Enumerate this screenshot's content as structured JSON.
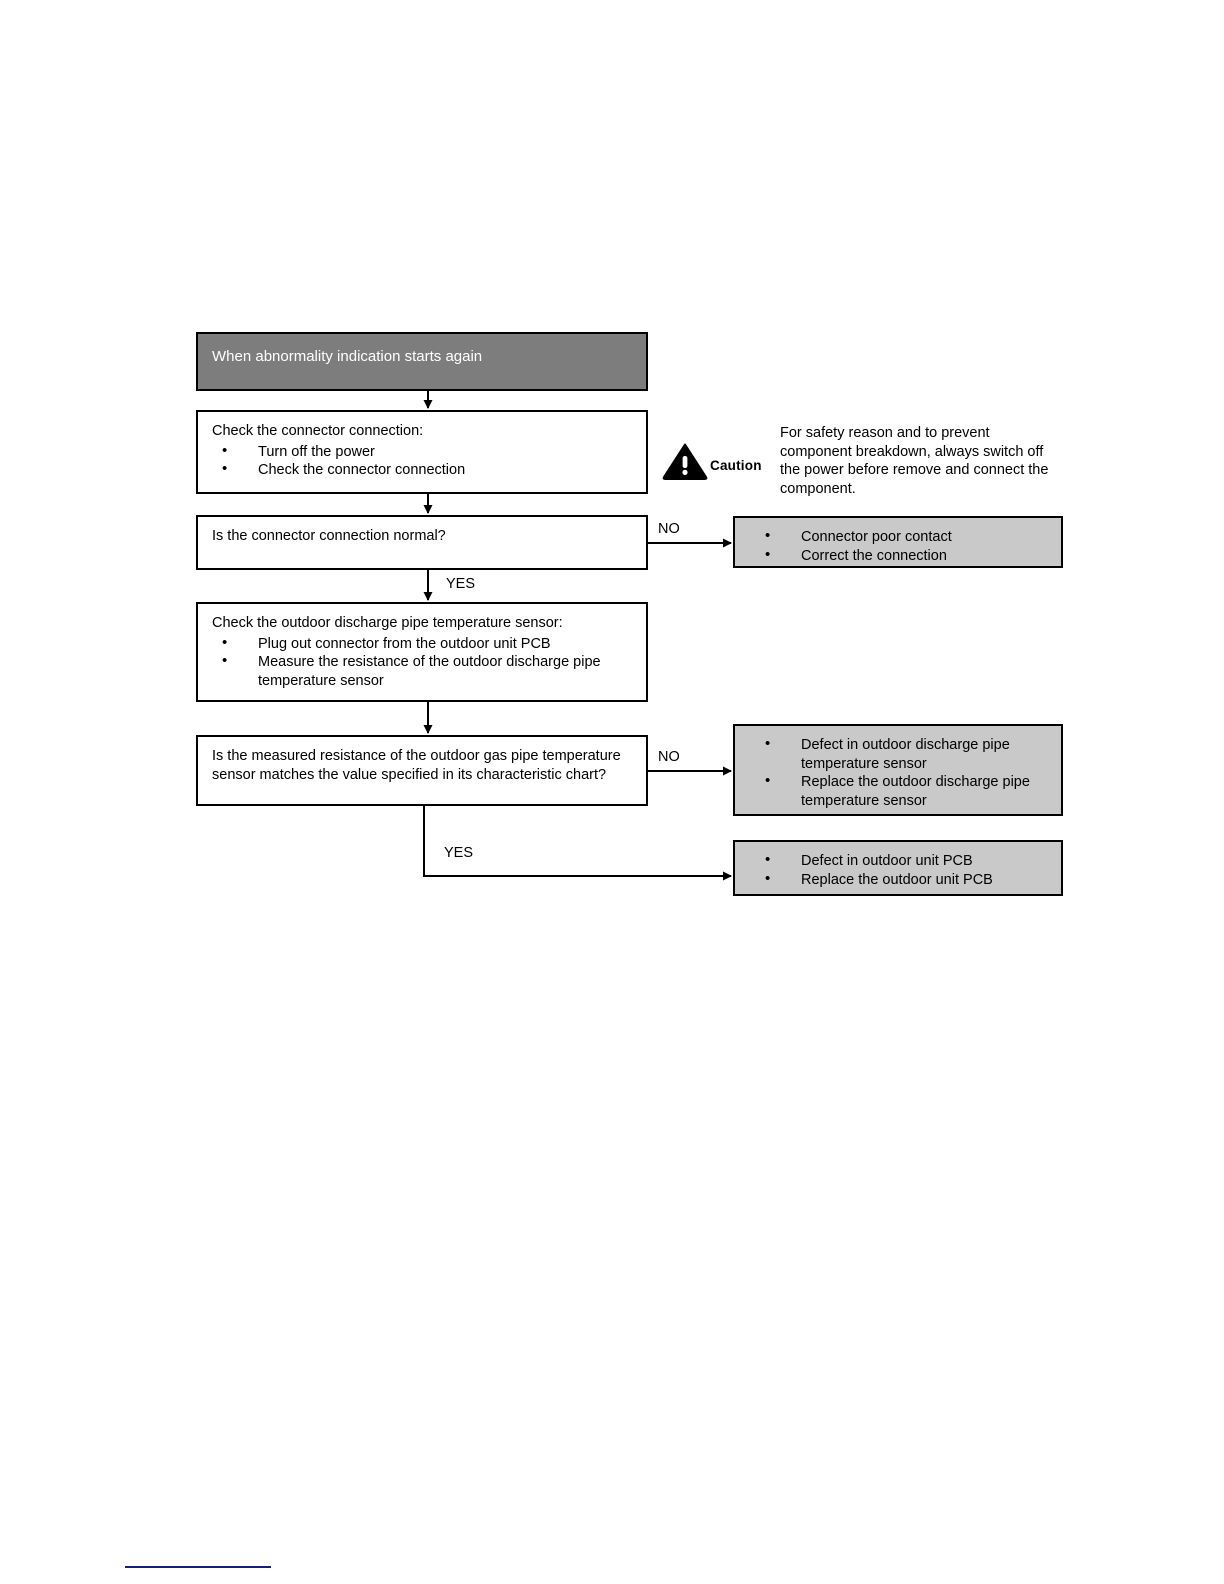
{
  "document": {
    "title": "When abnormality indication starts again"
  },
  "flow": {
    "start": {
      "label": "When abnormality indication starts again"
    },
    "steps": [
      {
        "id": "check-connector-connection",
        "lead": "Check the connector connection:",
        "bullets": [
          "Turn off the power",
          "Check the connector connection"
        ]
      },
      {
        "id": "check-outdoor-discharge-pipe-sensor",
        "lead": "Check the outdoor discharge pipe temperature sensor:",
        "bullets": [
          "Plug out connector from the outdoor unit PCB",
          "Measure the resistance of the outdoor discharge pipe temperature sensor"
        ]
      }
    ],
    "decisions": [
      {
        "id": "connector-connection-normal",
        "question": "Is the connector connection normal?",
        "no_label": "NO",
        "yes_label": "YES"
      },
      {
        "id": "measured-resistance-matches",
        "question": "Is the measured resistance of the outdoor gas pipe temperature sensor matches the value specified in its characteristic chart?",
        "no_label": "NO",
        "yes_label": "YES"
      }
    ],
    "results": [
      {
        "id": "connector-poor-contact",
        "bullets": [
          "Connector poor contact",
          "Correct the connection"
        ]
      },
      {
        "id": "defect-outdoor-discharge-pipe-sensor",
        "bullets": [
          "Defect in outdoor discharge pipe temperature sensor",
          "Replace the outdoor discharge pipe temperature sensor"
        ]
      },
      {
        "id": "defect-outdoor-unit-pcb",
        "bullets": [
          "Defect in outdoor unit PCB",
          "Replace the outdoor unit PCB"
        ]
      }
    ]
  },
  "caution": {
    "icon": "warning-triangle-icon",
    "label": "Caution",
    "text": "For safety reason and to prevent component breakdown, always switch off the power before remove and connect the component."
  },
  "colors": {
    "start_fill": "#7d7d7d",
    "result_fill": "#c9c9c9",
    "stroke": "#000000",
    "rule": "#16207a"
  }
}
